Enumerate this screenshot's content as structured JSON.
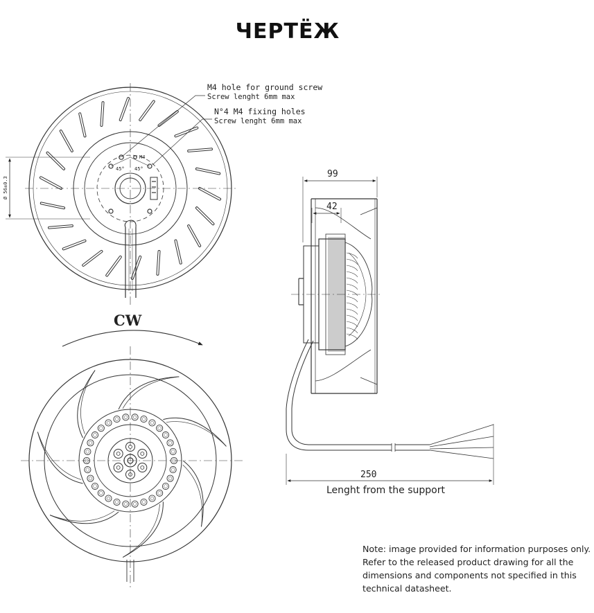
{
  "title": "ЧЕРТЁЖ",
  "top_view": {
    "callout_ground_line1": "M4 hole for ground screw",
    "callout_ground_line2": "Screw lenght 6mm max",
    "callout_fixing_line1": "N°4 M4 fixing holes",
    "callout_fixing_line2": "Screw lenght 6mm max",
    "label_m4": "M4",
    "angle_left": "45°",
    "angle_right": "45°",
    "dim_vertical": "Ø 56±0.3"
  },
  "rotation_label": "CW",
  "side_view": {
    "dim_overall": "99",
    "dim_motor": "42",
    "dim_cable": "250",
    "cable_caption": "Lenght from the support"
  },
  "note": [
    "Note: image provided for information purposes only.",
    "Refer to the released product drawing for all the",
    "dimensions  and components not specified in this",
    "technical datasheet."
  ]
}
